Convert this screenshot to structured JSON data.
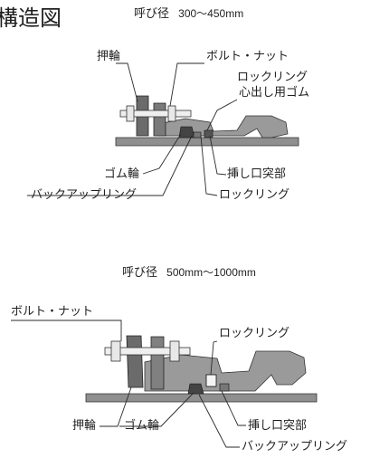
{
  "page_title": "構造図",
  "diagram_a": {
    "caption_prefix": "呼び径",
    "caption_value": "300〜450mm",
    "labels": {
      "gland": "押輪",
      "bolt_nut": "ボルト・ナット",
      "locking_ring_rubber_1": "ロックリング",
      "locking_ring_rubber_2": "心出し用ゴム",
      "rubber_ring": "ゴム輪",
      "spigot_projection": "挿し口突部",
      "backup_ring": "バックアップリング",
      "locking_ring": "ロックリング"
    }
  },
  "diagram_b": {
    "caption_prefix": "呼び径",
    "caption_value": "500mm〜1000mm",
    "labels": {
      "bolt_nut": "ボルト・ナット",
      "locking_ring": "ロックリング",
      "gland": "押輪",
      "rubber_ring": "ゴム輪",
      "spigot_projection": "挿し口突部",
      "backup_ring": "バックアップリング"
    }
  },
  "colors": {
    "pipe_body": "#8a8a8a",
    "gland": "#6f6f6f",
    "rubber": "#4a4a4a",
    "bolt": "#f2f2f2",
    "line": "#2a2a2a"
  }
}
